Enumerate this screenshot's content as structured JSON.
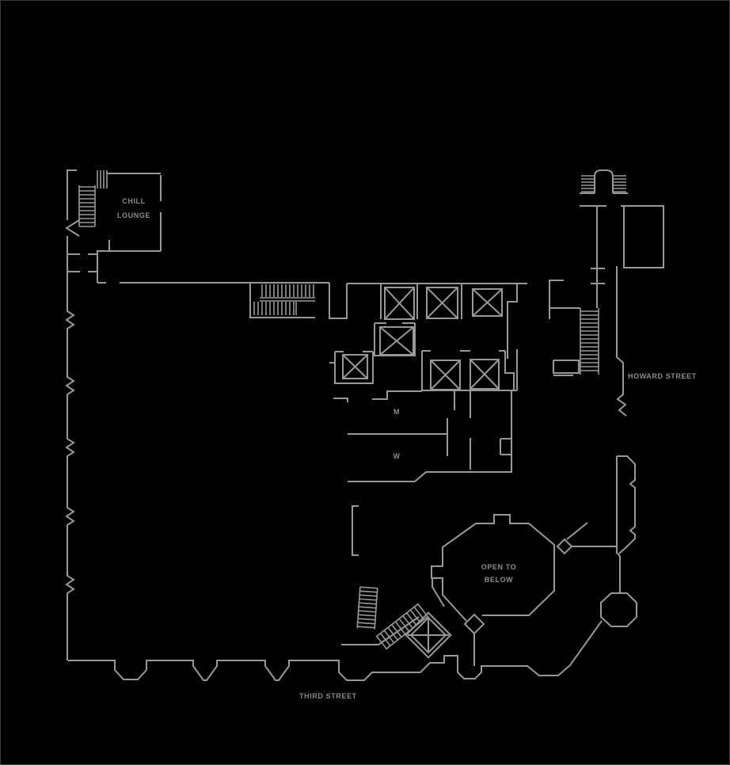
{
  "colors": {
    "background": "#000000",
    "wall_line": "#989898",
    "label_text": "#8b8b8b",
    "frame_border": "#3c3c3c"
  },
  "labels": {
    "chill_lounge": {
      "line1": "CHILL",
      "line2": "LOUNGE"
    },
    "restroom_men": "M",
    "restroom_women": "W",
    "atrium": {
      "line1": "OPEN TO",
      "line2": "BELOW"
    },
    "street_howard": "HOWARD STREET",
    "street_third": "THIRD STREET"
  }
}
